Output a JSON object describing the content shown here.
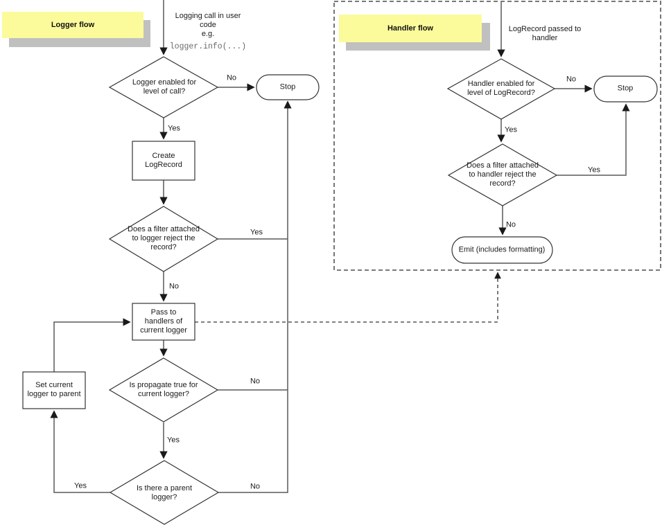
{
  "colors": {
    "note_fill": "#FBFB9B",
    "note_shadow": "#C0C0C0",
    "connector_line": "#595959",
    "shape_border": "#333333",
    "code_text": "#696969",
    "dashed_frame": "#666666"
  },
  "logger_flow": {
    "title": "Logger flow",
    "start_label": "Logging call in user\ncode\ne.g.",
    "start_code": "logger.info(...)",
    "decision_enabled": "Logger enabled for\nlevel of call?",
    "stop_label": "Stop",
    "create_box": "Create\nLogRecord",
    "decision_filter": "Does a filter attached\nto logger reject the\nrecord?",
    "pass_box": "Pass to\nhandlers of\ncurrent logger",
    "decision_propagate": "Is propagate true for\ncurrent logger?",
    "set_parent_box": "Set current\nlogger to parent",
    "decision_parent": "Is there a parent\nlogger?",
    "edges": {
      "enabled_no": "No",
      "enabled_yes": "Yes",
      "filter_yes": "Yes",
      "filter_no": "No",
      "propagate_no": "No",
      "propagate_yes": "Yes",
      "parent_yes": "Yes",
      "parent_no": "No"
    }
  },
  "handler_flow": {
    "title": "Handler flow",
    "start_label": "LogRecord passed to\nhandler",
    "decision_enabled": "Handler enabled for\nlevel of LogRecord?",
    "stop_label": "Stop",
    "decision_filter": "Does a filter attached\nto handler reject the\nrecord?",
    "emit_label": "Emit (includes formatting)",
    "edges": {
      "enabled_no": "No",
      "enabled_yes": "Yes",
      "filter_yes": "Yes",
      "filter_no": "No"
    }
  }
}
